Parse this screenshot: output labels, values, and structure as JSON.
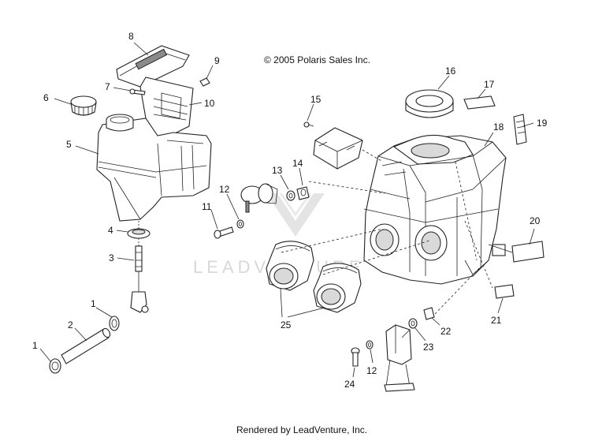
{
  "copyright": "© 2005 Polaris Sales Inc.",
  "footer": "Rendered by LeadVenture, Inc.",
  "watermark": "LEADVENTURE",
  "callouts": {
    "c1a": "1",
    "c1b": "1",
    "c2": "2",
    "c3": "3",
    "c4": "4",
    "c5": "5",
    "c6": "6",
    "c7": "7",
    "c8": "8",
    "c9": "9",
    "c10": "10",
    "c11": "11",
    "c12a": "12",
    "c12b": "12",
    "c13": "13",
    "c14": "14",
    "c15": "15",
    "c16": "16",
    "c17": "17",
    "c18": "18",
    "c19": "19",
    "c20": "20",
    "c21": "21",
    "c22": "22",
    "c23": "23",
    "c24": "24",
    "c25": "25"
  },
  "colors": {
    "line": "#222222",
    "shade": "#d9d9d9",
    "watermark": "#d8d8d8"
  }
}
